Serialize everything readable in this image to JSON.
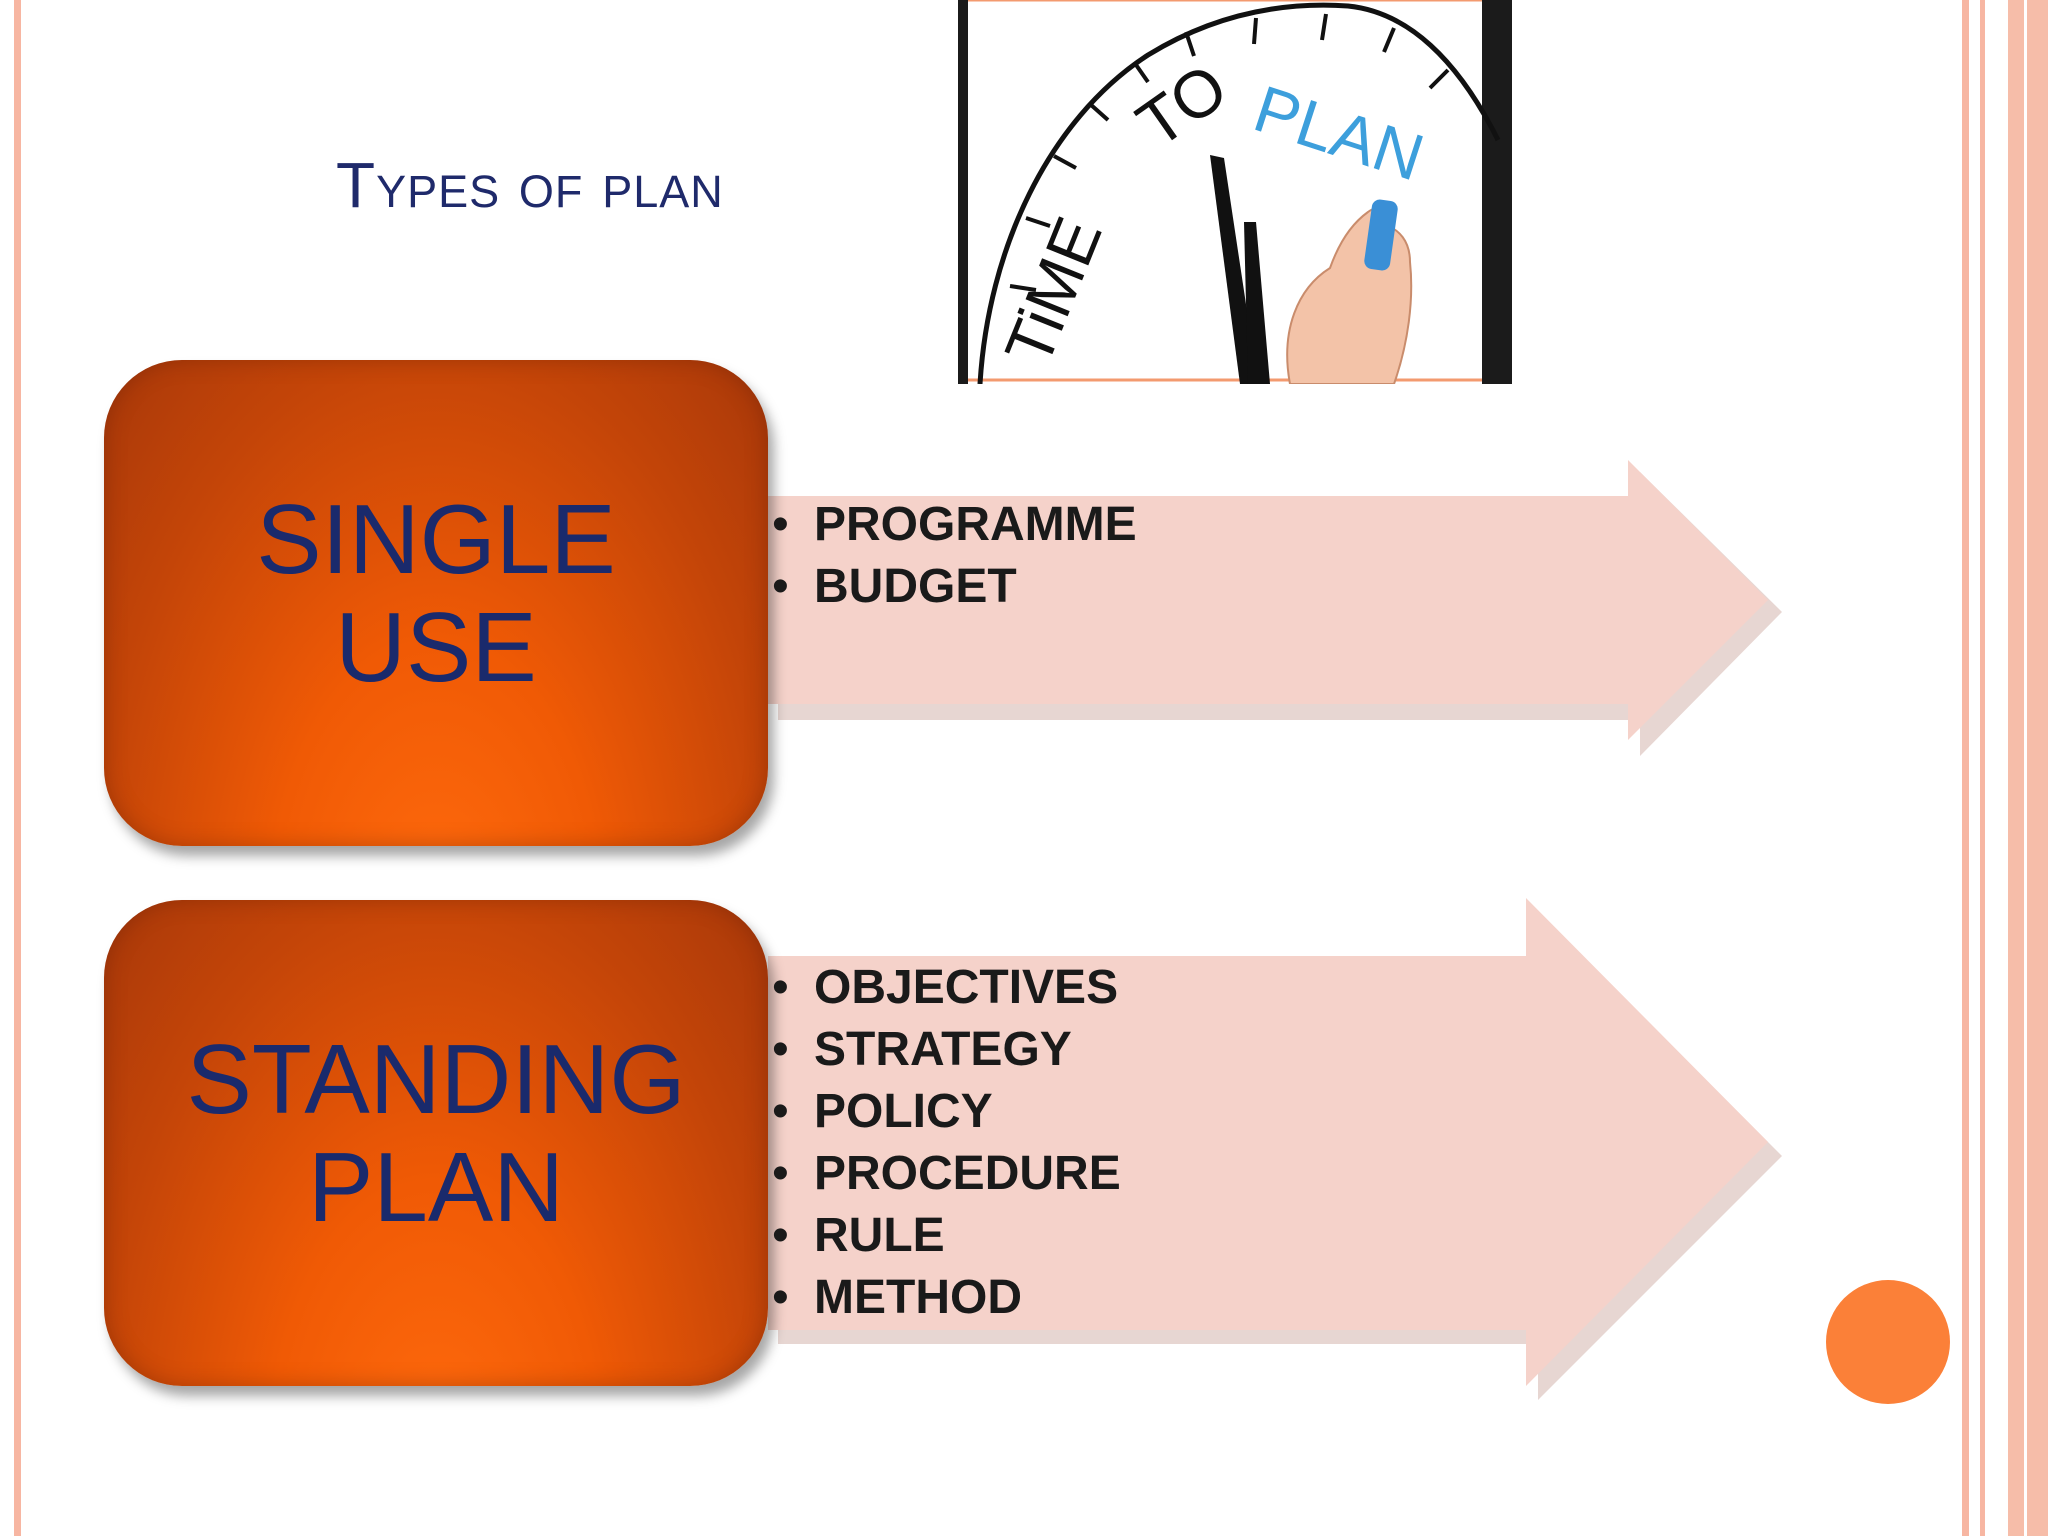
{
  "slide": {
    "title": "Types of plan",
    "theme": {
      "accent": "#f7b6a2",
      "box_orange": "#f05a05",
      "arrow_fill": "#f5d2ca",
      "title_color": "#1f2a6b",
      "circle": "#fb8038"
    }
  },
  "clock_image": {
    "icon": "time-to-plan-clock-illustration",
    "text_time": "TiME",
    "text_to": "TO",
    "text_plan": "PLAN"
  },
  "groups": [
    {
      "label": "SINGLE\nUSE",
      "items": [
        "PROGRAMME",
        "BUDGET"
      ]
    },
    {
      "label": "STANDING\nPLAN",
      "items": [
        "OBJECTIVES",
        "STRATEGY",
        "POLICY",
        "PROCEDURE",
        "RULE",
        "METHOD"
      ]
    }
  ]
}
